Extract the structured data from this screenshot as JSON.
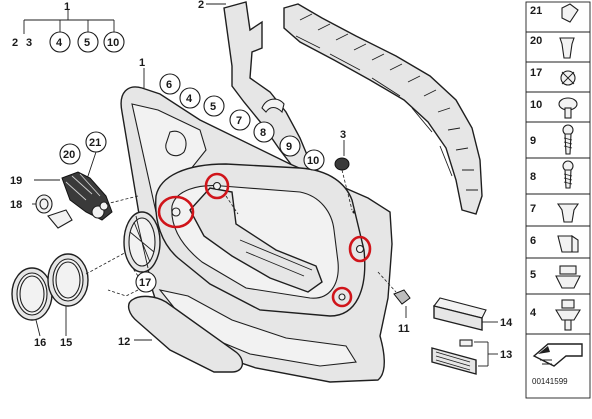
{
  "callouts": {
    "c1_top": "1",
    "c2_top": "2",
    "c3_top": "3",
    "c4_top": "4",
    "c5_top": "5",
    "c10_top": "10",
    "c2_ptr": "2",
    "c1_main": "1",
    "c6": "6",
    "c4": "4",
    "c5": "5",
    "c7": "7",
    "c8": "8",
    "c9": "9",
    "c10": "10",
    "c3": "3",
    "c21": "21",
    "c20": "20",
    "c19": "19",
    "c18": "18",
    "c17": "17",
    "c16": "16",
    "c15": "15",
    "c12": "12",
    "c11": "11",
    "c14": "14",
    "c13": "13"
  },
  "legend": {
    "items": [
      "21",
      "20",
      "17",
      "10",
      "9",
      "8",
      "7",
      "6",
      "5",
      "4"
    ],
    "code": "00141599"
  },
  "colors": {
    "highlight": "#d0141a",
    "line": "#1f1f1f",
    "fill": "#e6e6e6"
  }
}
